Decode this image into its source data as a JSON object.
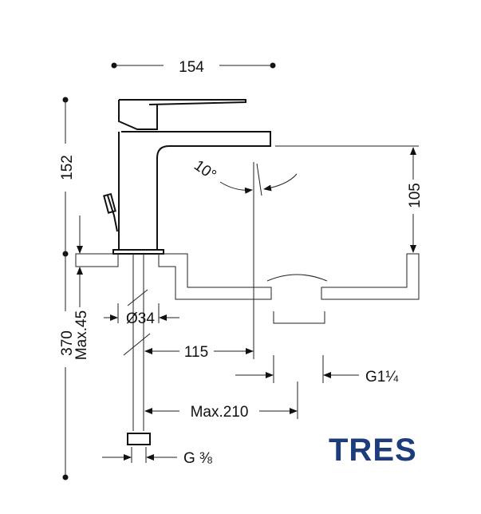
{
  "drawing": {
    "dimensions": {
      "width_total": "154",
      "height_spout": "152",
      "total_height": "370",
      "max_thickness": "Max.45",
      "angle": "10°",
      "spout_clearance": "105",
      "hole_diameter": "Ø34",
      "spout_reach": "115",
      "drain_thread": "G1¼",
      "max_reach": "Max.210",
      "inlet_thread": "G ⅜"
    },
    "brand": {
      "logo_text": "TRES",
      "color": "#1d3c7c"
    }
  }
}
